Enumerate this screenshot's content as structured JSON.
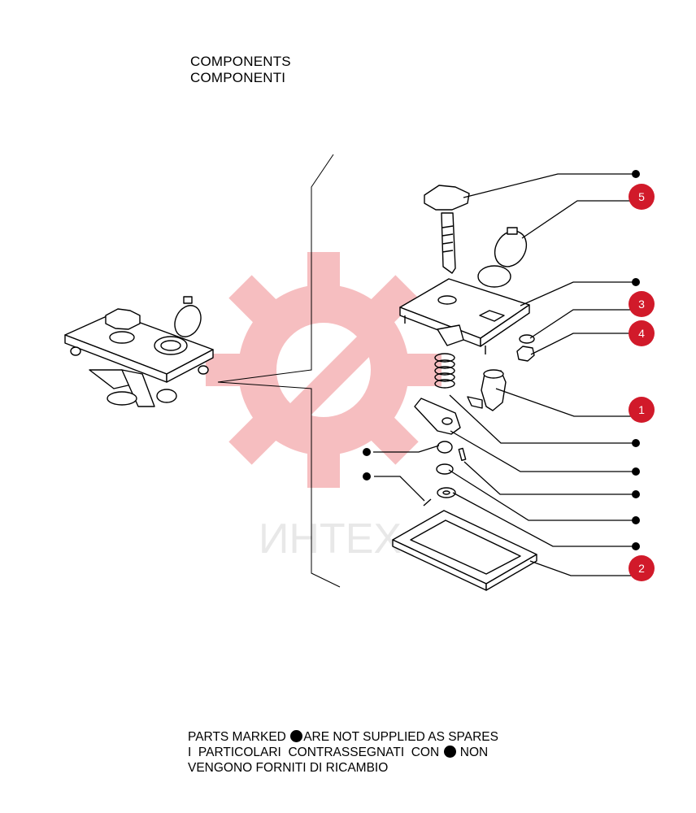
{
  "header": {
    "title_en": "COMPONENTS",
    "title_it": "COMPONENTI"
  },
  "watermark": {
    "text": "ИНТЕХ",
    "color": "#e21a22"
  },
  "callouts": {
    "color": "#d11a2a",
    "numbers": [
      "5",
      "3",
      "4",
      "1",
      "2"
    ]
  },
  "footer": {
    "line1_before": "PARTS MARKED ",
    "line1_after": "ARE NOT SUPPLIED AS SPARES",
    "line2_before": "I  PARTICOLARI  CONTRASSEGNATI  CON ",
    "line2_after": " NON",
    "line3": "VENGONO FORNITI DI RICAMBIO"
  }
}
